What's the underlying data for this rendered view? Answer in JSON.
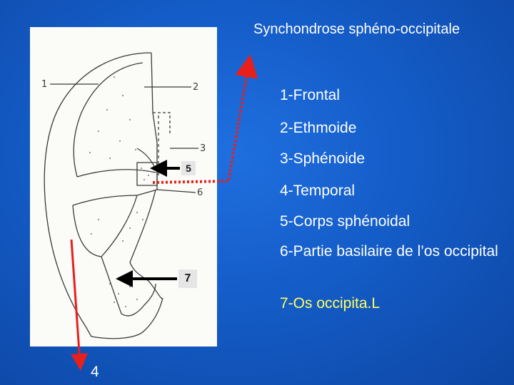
{
  "title": "Synchondrose sphéno-occipitale",
  "labels": [
    "1-Frontal",
    "2-Ethmoide",
    "3-Sphénoide",
    "4-Temporal",
    "5-Corps sphénoidal",
    "6-Partie basilaire de l’os occipital",
    "7-Os occipita.L"
  ],
  "markers": {
    "five": "5",
    "seven": "7",
    "four": "4"
  },
  "sketch_labels": [
    "1",
    "2",
    "3",
    "6"
  ],
  "colors": {
    "background": "#145cc7",
    "text": "#ffffff",
    "highlight_text": "#ffff66",
    "arrow_red": "#e8201c",
    "arrow_black": "#000000"
  }
}
